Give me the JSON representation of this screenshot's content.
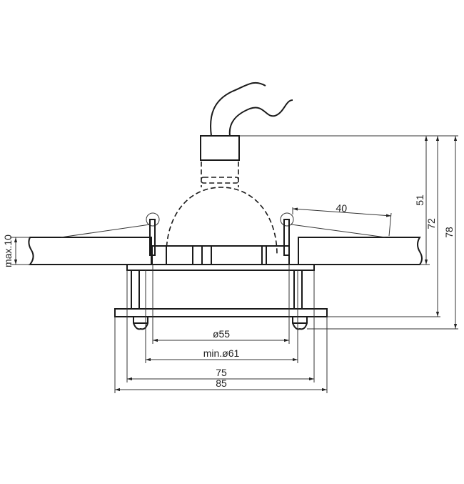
{
  "title": "Recessed spotlight dimension drawing",
  "dimensions": {
    "ceiling_max": "max.10",
    "spring_length": "40",
    "depth_above_ceiling": "51",
    "height_to_trim": "72",
    "total_height": "78",
    "lamp_diameter": "ø55",
    "cutout": "min.ø61",
    "inner_frame": "75",
    "outer_trim": "85"
  }
}
